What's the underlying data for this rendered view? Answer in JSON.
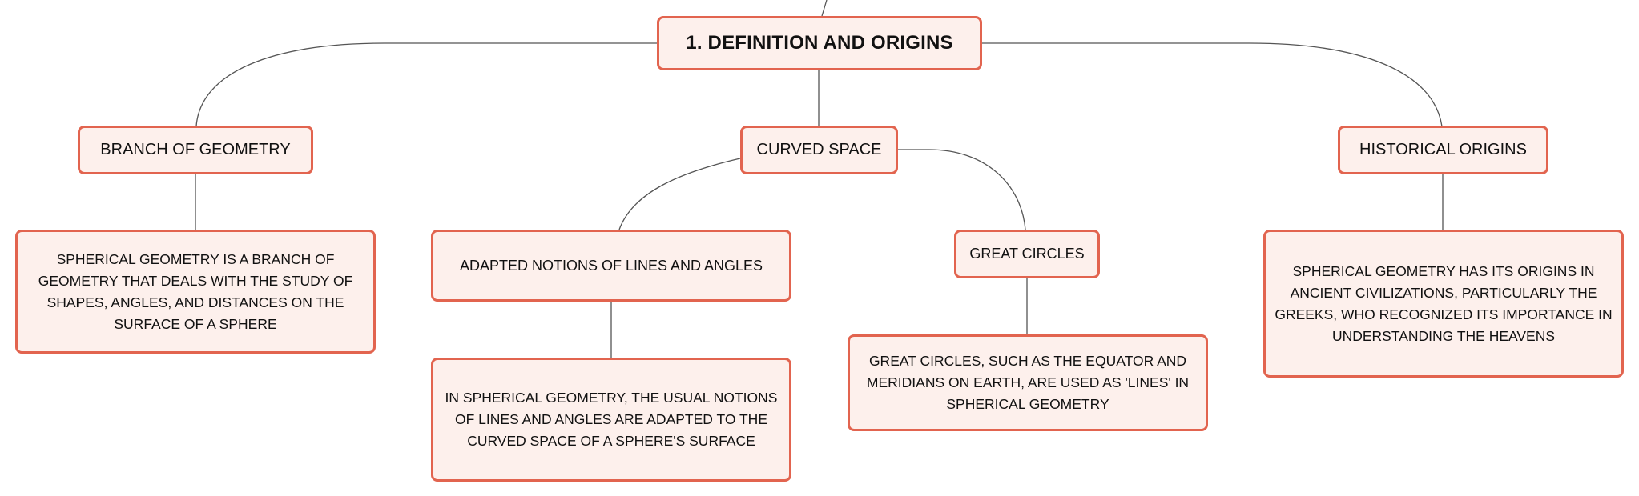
{
  "mindmap": {
    "root": {
      "label": "1. DEFINITION AND ORIGINS"
    },
    "branches": {
      "branch_of_geometry": {
        "label": "BRANCH OF GEOMETRY",
        "detail": "SPHERICAL GEOMETRY IS A BRANCH OF GEOMETRY THAT DEALS WITH THE STUDY OF SHAPES, ANGLES, AND DISTANCES ON THE SURFACE OF A SPHERE"
      },
      "curved_space": {
        "label": "CURVED SPACE",
        "adapted_notions": {
          "label": "ADAPTED NOTIONS OF LINES AND ANGLES",
          "detail": "IN SPHERICAL GEOMETRY, THE USUAL NOTIONS OF LINES AND ANGLES ARE ADAPTED TO THE CURVED SPACE OF A SPHERE'S SURFACE"
        },
        "great_circles": {
          "label": "GREAT CIRCLES",
          "detail": "GREAT CIRCLES, SUCH AS THE EQUATOR AND MERIDIANS ON EARTH, ARE USED AS 'LINES' IN SPHERICAL GEOMETRY"
        }
      },
      "historical_origins": {
        "label": "HISTORICAL ORIGINS",
        "detail": "SPHERICAL GEOMETRY HAS ITS ORIGINS IN ANCIENT CIVILIZATIONS, PARTICULARLY THE GREEKS, WHO RECOGNIZED ITS IMPORTANCE IN UNDERSTANDING THE HEAVENS"
      }
    },
    "colors": {
      "node_border": "#e2644f",
      "node_fill": "#fdf0ec",
      "connector": "#555555",
      "text": "#111111"
    }
  }
}
